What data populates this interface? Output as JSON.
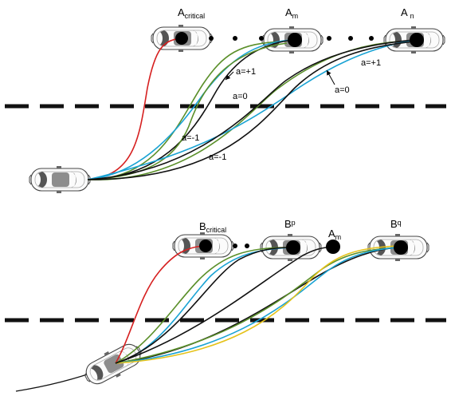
{
  "top_panel": {
    "labels": {
      "a_critical": {
        "main": "A",
        "sub": "critical"
      },
      "a_m": {
        "main": "A",
        "sub": "m"
      },
      "a_n": {
        "main": "A",
        "sub": "n"
      }
    },
    "annotations": {
      "am_plus1": "a=+1",
      "am_zero": "a=0",
      "am_minus1": "a=-1",
      "an_plus1": "a=+1",
      "an_zero": "a=0",
      "an_minus1": "a=-1"
    }
  },
  "bottom_panel": {
    "labels": {
      "b_critical": {
        "main": "B",
        "sub": "critical"
      },
      "b_p": {
        "main": "B",
        "sub": "p"
      },
      "a_m": {
        "main": "A",
        "sub": "m"
      },
      "b_q": {
        "main": "B",
        "sub": "q"
      }
    }
  },
  "colors": {
    "critical_path": "#d62020",
    "green_path": "#5a8f29",
    "cyan_path": "#1aa3d4",
    "black_path": "#111111",
    "yellow_path": "#e5c21a",
    "lane_marking": "#111111"
  },
  "icons": {
    "vehicle": "car-top-view-icon",
    "target_marker": "target-dot-icon",
    "ellipsis": "ellipsis-dots-icon",
    "pointer": "arrow-icon"
  }
}
